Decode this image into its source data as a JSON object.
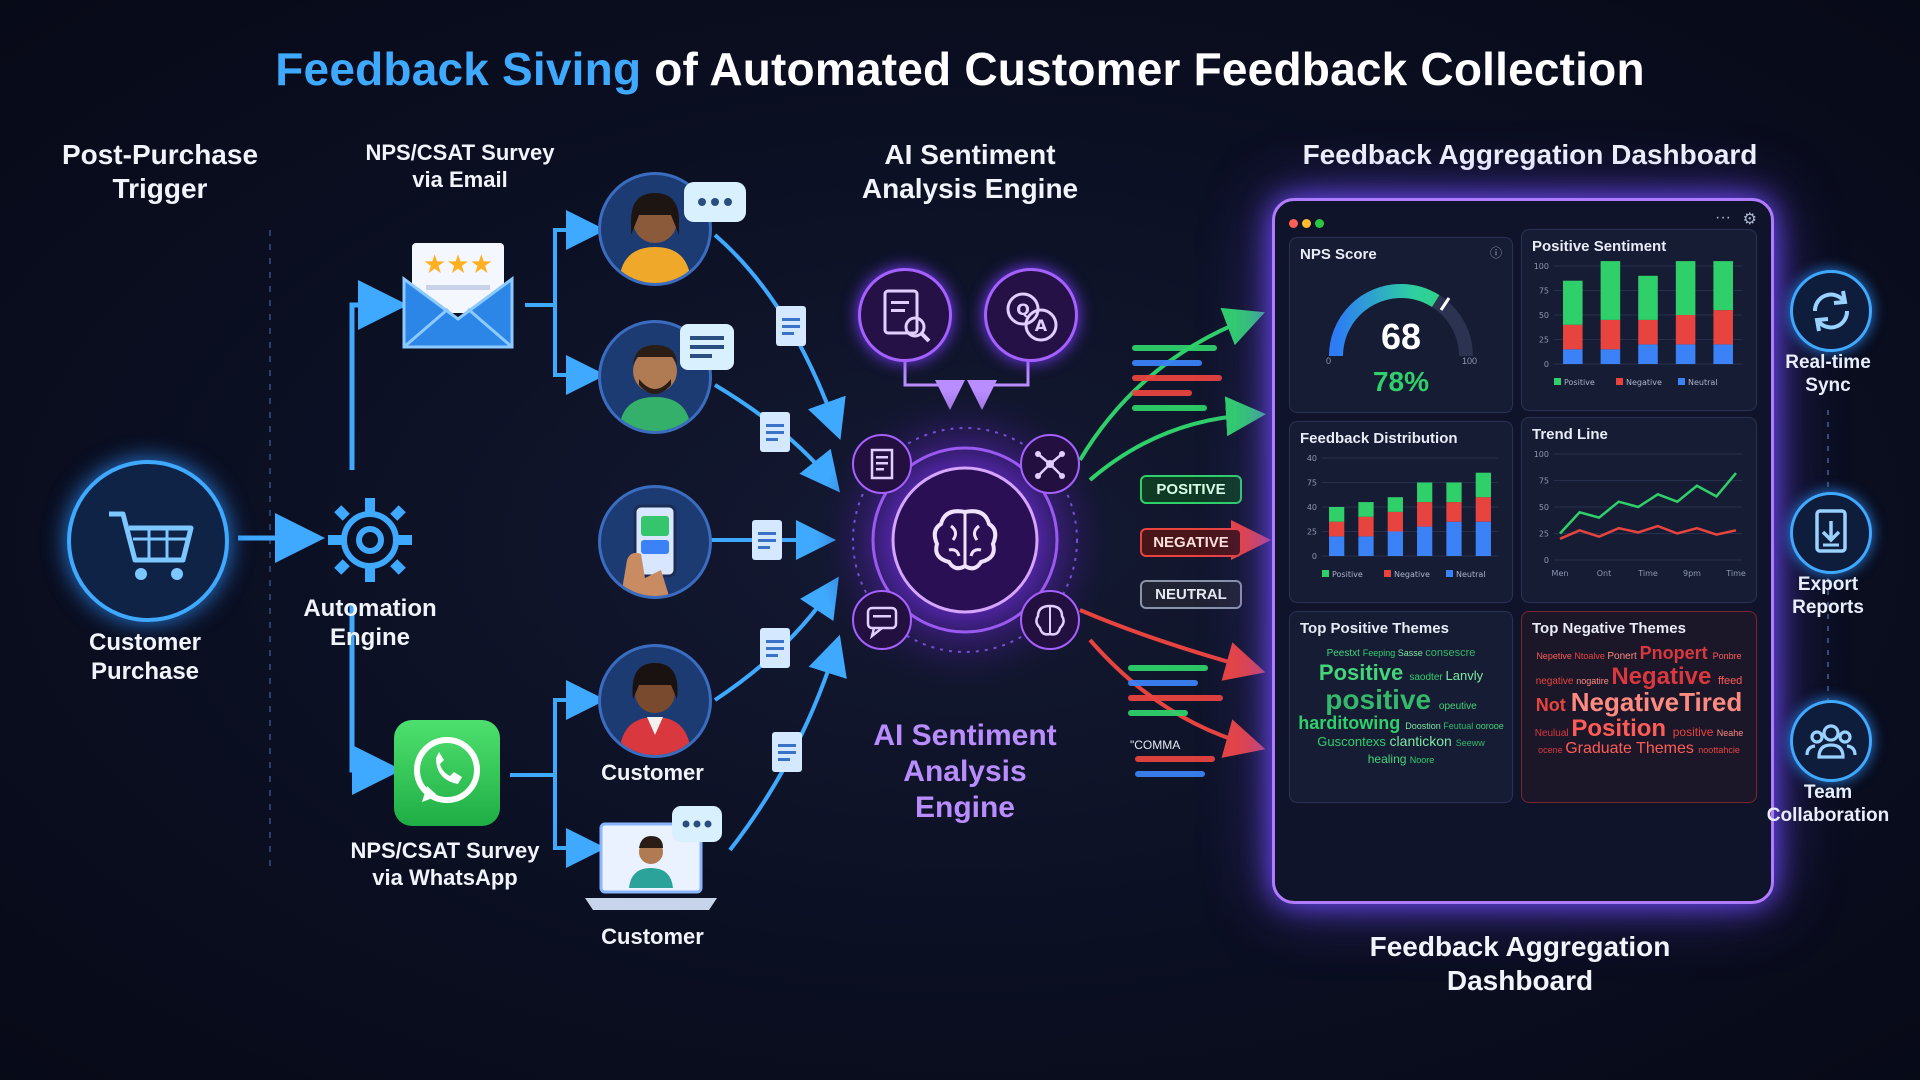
{
  "title": {
    "highlight": "Feedback Siving",
    "rest": " of Automated Customer Feedback Collection"
  },
  "flow": {
    "trigger_heading": "Post-Purchase\nTrigger",
    "purchase_label": "Customer\nPurchase",
    "automation_label": "Automation\nEngine",
    "email_heading": "NPS/CSAT Survey\nvia Email",
    "whatsapp_label": "NPS/CSAT Survey\nvia WhatsApp",
    "customer_label_1": "Customer",
    "customer_label_2": "Customer",
    "ai_heading": "AI Sentiment\nAnalysis Engine",
    "ai_label": "AI Sentiment\nAnalysis\nEngine",
    "dashboard_heading": "Feedback Aggregation Dashboard",
    "dashboard_label": "Feedback Aggregation\nDashboard"
  },
  "sentiment_tags": {
    "positive": "POSITIVE",
    "negative": "NEGATIVE",
    "neutral": "NEUTRAL"
  },
  "stream_text": {
    "comma_tag": "\"COMMA"
  },
  "dashboard": {
    "nps": {
      "title": "NPS Score",
      "score": "68",
      "percent": "78%",
      "min": "0",
      "max": "100",
      "fill": 0.68
    },
    "positive_sentiment": {
      "title": "Positive Sentiment",
      "ticks": [
        "100",
        "75",
        "50",
        "25",
        "0"
      ],
      "legend": [
        "Positive",
        "Negative",
        "Neutral"
      ],
      "bars": [
        [
          45,
          25,
          15
        ],
        [
          60,
          30,
          15
        ],
        [
          45,
          25,
          20
        ],
        [
          55,
          30,
          20
        ],
        [
          50,
          35,
          20
        ]
      ]
    },
    "feedback_distribution": {
      "title": "Feedback Distribution",
      "ticks": [
        "40",
        "75",
        "40",
        "25",
        "0"
      ],
      "legend": [
        "Positive",
        "Negative",
        "Neutral"
      ],
      "bars": [
        [
          15,
          15,
          20
        ],
        [
          15,
          20,
          20
        ],
        [
          15,
          20,
          25
        ],
        [
          20,
          25,
          30
        ],
        [
          20,
          20,
          35
        ],
        [
          25,
          25,
          35
        ]
      ]
    },
    "trend": {
      "title": "Trend Line",
      "ticks": [
        "100",
        "75",
        "50",
        "25",
        "0"
      ],
      "x_labels": [
        "Men",
        "Ont",
        "Time",
        "9pm",
        "Time"
      ],
      "green": [
        25,
        45,
        40,
        55,
        50,
        62,
        55,
        70,
        60,
        82
      ],
      "red": [
        20,
        28,
        22,
        30,
        26,
        32,
        25,
        30,
        24,
        28
      ]
    },
    "positive_themes": {
      "title": "Top Positive Themes",
      "words": [
        "Peestxt",
        "Feeping",
        "Sasse",
        "consescre",
        "Positive",
        "saodter",
        "Lanvly",
        "positive",
        "opeutive",
        "harditowing",
        "Doostion",
        "Feutual",
        "oorooe",
        "Guscontexs",
        "clantickon",
        "Seeww",
        "healing",
        "Noore"
      ]
    },
    "negative_themes": {
      "title": "Top Negative Themes",
      "words": [
        "Nepetive",
        "Ntoalve",
        "Ponert",
        "Pnopert",
        "Ponbre",
        "negative",
        "nogatire",
        "Negative",
        "ffeed",
        "Not",
        "NegativeTired",
        "Neulual",
        "Position",
        "positive",
        "Neahe",
        "ocene",
        "Graduate Themes",
        "noottahcie"
      ]
    }
  },
  "side_actions": [
    {
      "label": "Real-time\nSync",
      "icon": "sync-icon"
    },
    {
      "label": "Export\nReports",
      "icon": "export-icon"
    },
    {
      "label": "Team\nCollaboration",
      "icon": "team-icon"
    }
  ],
  "colors": {
    "accent_blue": "#3fa9ff",
    "purple": "#a561ff",
    "positive": "#2fd06a",
    "negative": "#e8443f",
    "neutral": "#3b82f6",
    "background": "#0b0f22"
  }
}
